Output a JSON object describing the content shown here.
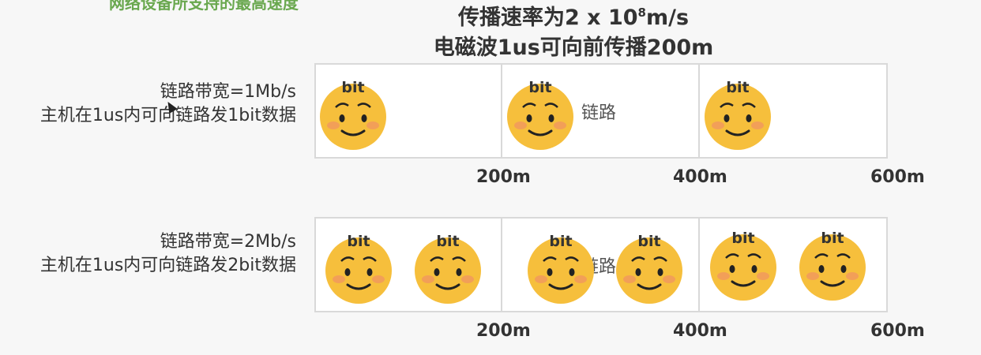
{
  "top_clipped_text": "网络设备所支持的最高速度",
  "header": {
    "line1_prefix": "传播速率为2 x 10",
    "line1_sup": "8",
    "line1_suffix": "m/s",
    "line2": "电磁波1us可向前传播200m"
  },
  "rows": [
    {
      "bandwidth": "链路带宽=1Mb/s",
      "note": "主机在1us内可向链路发1bit数据",
      "link_label": "链路",
      "bit_label": "bit",
      "bit_count_per_segment": 1
    },
    {
      "bandwidth": "链路带宽=2Mb/s",
      "note": "主机在1us内可向链路发2bit数据",
      "link_label": "链路",
      "bit_label": "bit",
      "bit_count_per_segment": 2
    }
  ],
  "distances": [
    "200m",
    "400m",
    "600m"
  ],
  "colors": {
    "emoji_face": "#f6bf3c",
    "emoji_blush": "#f08a6a",
    "border": "#d9d9d9",
    "clipped_text": "#6aa84f"
  }
}
